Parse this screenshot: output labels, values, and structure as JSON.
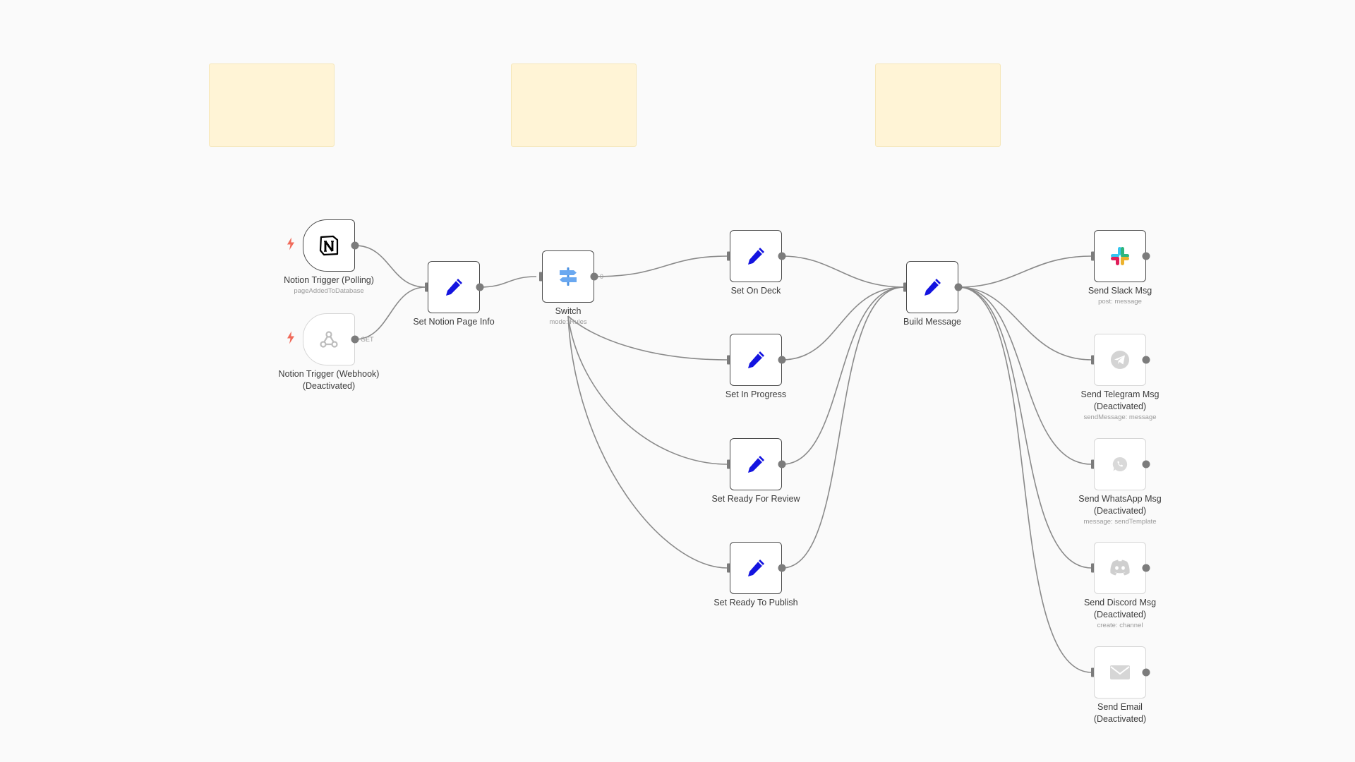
{
  "canvas": {
    "background": "#fafafa",
    "sticky_color": "#fff4d6",
    "wire_color": "#8a8a8a",
    "edit_icon_color": "#1414e0",
    "trigger_bolt_color": "#f06a5a"
  },
  "nodes": {
    "notion_polling": {
      "label": "Notion Trigger (Polling)",
      "sub": "pageAddedToDatabase",
      "icon": "notion-icon"
    },
    "notion_webhook": {
      "label_line1": "Notion Trigger (Webhook)",
      "label_line2": "(Deactivated)",
      "icon": "webhook-icon",
      "output_tag": "GET"
    },
    "set_notion_page_info": {
      "label": "Set Notion Page Info",
      "icon": "pencil-icon"
    },
    "switch": {
      "label": "Switch",
      "sub": "mode: Rules",
      "icon": "switch-signpost-icon",
      "output_tag": "0"
    },
    "set_on_deck": {
      "label": "Set On Deck",
      "icon": "pencil-icon"
    },
    "set_in_progress": {
      "label": "Set In Progress",
      "icon": "pencil-icon"
    },
    "set_ready_for_review": {
      "label": "Set Ready For Review",
      "icon": "pencil-icon"
    },
    "set_ready_to_publish": {
      "label": "Set Ready To Publish",
      "icon": "pencil-icon"
    },
    "build_message": {
      "label": "Build Message",
      "icon": "pencil-icon"
    },
    "send_slack": {
      "label": "Send Slack Msg",
      "sub": "post: message",
      "icon": "slack-icon"
    },
    "send_telegram": {
      "label_line1": "Send Telegram Msg",
      "label_line2": "(Deactivated)",
      "sub": "sendMessage: message",
      "icon": "telegram-icon"
    },
    "send_whatsapp": {
      "label_line1": "Send WhatsApp Msg",
      "label_line2": "(Deactivated)",
      "sub": "message: sendTemplate",
      "icon": "whatsapp-icon"
    },
    "send_discord": {
      "label_line1": "Send Discord Msg",
      "label_line2": "(Deactivated)",
      "sub": "create: channel",
      "icon": "discord-icon"
    },
    "send_email": {
      "label_line1": "Send Email",
      "label_line2": "(Deactivated)",
      "icon": "email-icon"
    }
  }
}
